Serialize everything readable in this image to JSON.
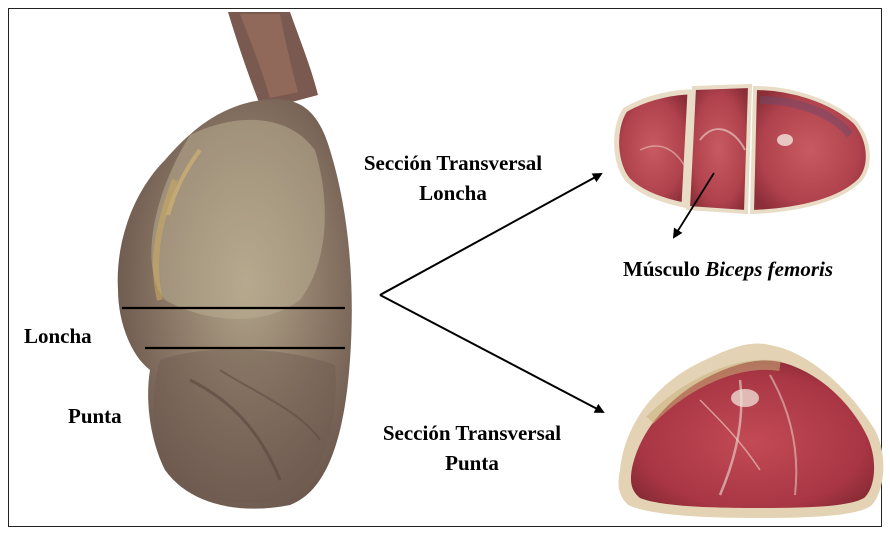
{
  "labels": {
    "loncha": "Loncha",
    "punta": "Punta",
    "section_loncha_line1": "Sección Transversal",
    "section_loncha_line2": "Loncha",
    "section_punta_line1": "Sección Transversal",
    "section_punta_line2": "Punta",
    "muscle_prefix": "Músculo",
    "muscle_name": "Biceps femoris"
  },
  "colors": {
    "ham_skin": "#8a7566",
    "ham_fat": "#c9b48a",
    "meat": "#b3434c",
    "meat_dark": "#8e2c36",
    "fat_rim": "#efe3cf"
  }
}
